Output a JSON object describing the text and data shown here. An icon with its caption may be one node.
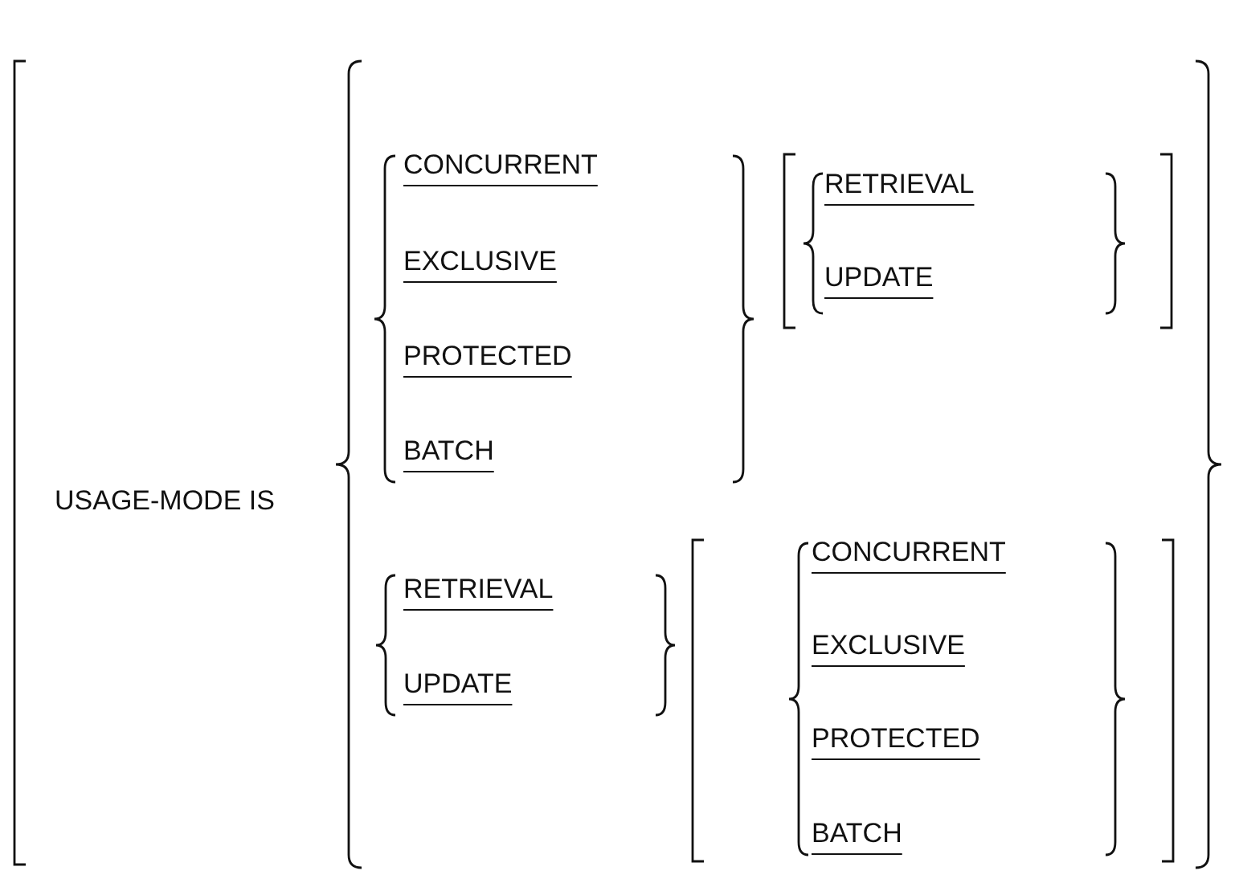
{
  "diagram": {
    "labels": [
      "CONCURRENT",
      "RETRIEVAL",
      "EXCLUSIVE",
      "UPDATE",
      "PROTECTED",
      "BATCH",
      "USAGE-MODE IS",
      "CONCURRENT",
      "RETRIEVAL",
      "EXCLUSIVE",
      "UPDATE",
      "PROTECTED",
      "BATCH"
    ]
  }
}
